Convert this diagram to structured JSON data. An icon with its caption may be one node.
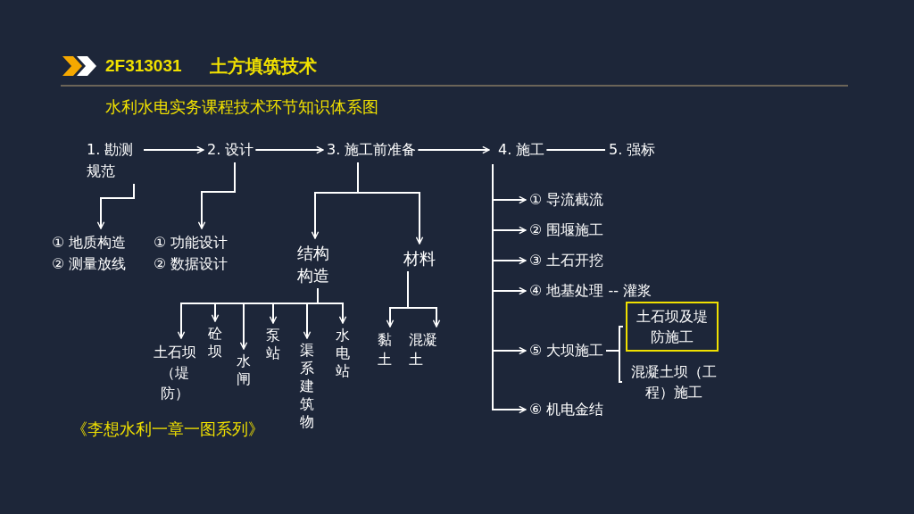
{
  "diagram": {
    "title": "水利水电实务课程技术环节知识体系图",
    "nodes": [
      {
        "text": [
          "1. 勘测规范"
        ]
      },
      {
        "text": [
          "2. 设计"
        ]
      },
      {
        "text": [
          "3. 施工前准备"
        ]
      },
      {
        "text": [
          "4. 施工"
        ]
      },
      {
        "text": [
          "5. 强标"
        ]
      },
      {
        "text": [
          "① 地质构造",
          "② 测量放线"
        ]
      },
      {
        "text": [
          "① 功能设计",
          "② 数据设计"
        ]
      },
      {
        "text": [
          "结构构造"
        ]
      },
      {
        "text": [
          "材料"
        ]
      },
      {
        "text": [
          "土石坝（堤防）"
        ]
      },
      {
        "text": [
          "砼坝"
        ]
      },
      {
        "text": [
          "水闸"
        ]
      },
      {
        "text": [
          "泵站"
        ]
      },
      {
        "text": [
          "渠系建筑物"
        ]
      },
      {
        "text": [
          "水电站"
        ]
      },
      {
        "text": [
          "黏土"
        ]
      },
      {
        "text": [
          "混凝土"
        ]
      },
      {
        "text": [
          "① 导流截流"
        ]
      },
      {
        "text": [
          "② 围堰施工"
        ]
      },
      {
        "text": [
          "③ 土石开挖"
        ]
      },
      {
        "text": [
          "④ 地基处理 -- 灌浆"
        ]
      },
      {
        "text": [
          "⑤ 大坝施工"
        ]
      },
      {
        "text": [
          "土石坝及堤防施工"
        ]
      },
      {
        "text": [
          "混凝土坝（工程）施工"
        ]
      },
      {
        "text": [
          "⑥ 机电金结"
        ]
      }
    ],
    "edges": [
      {
        "from": 0,
        "to": 1,
        "arrow": "to"
      },
      {
        "from": 1,
        "to": 2,
        "arrow": "to"
      },
      {
        "from": 2,
        "to": 3,
        "arrow": "to"
      },
      {
        "from": 3,
        "to": 4,
        "arrow": "none"
      },
      {
        "from": 0,
        "to": 5,
        "arrow": "to"
      },
      {
        "from": 1,
        "to": 6,
        "arrow": "to"
      },
      {
        "from": 2,
        "to": 7,
        "arrow": "to"
      },
      {
        "from": 2,
        "to": 8,
        "arrow": "to"
      },
      {
        "from": 7,
        "to": 9,
        "arrow": "to"
      },
      {
        "from": 7,
        "to": 10,
        "arrow": "to"
      },
      {
        "from": 7,
        "to": 11,
        "arrow": "to"
      },
      {
        "from": 7,
        "to": 12,
        "arrow": "to"
      },
      {
        "from": 7,
        "to": 13,
        "arrow": "to"
      },
      {
        "from": 7,
        "to": 14,
        "arrow": "to"
      },
      {
        "from": 8,
        "to": 15,
        "arrow": "to"
      },
      {
        "from": 8,
        "to": 16,
        "arrow": "to"
      },
      {
        "from": 3,
        "to": 17,
        "arrow": "to"
      },
      {
        "from": 3,
        "to": 18,
        "arrow": "to"
      },
      {
        "from": 3,
        "to": 19,
        "arrow": "to"
      },
      {
        "from": 3,
        "to": 20,
        "arrow": "to"
      },
      {
        "from": 3,
        "to": 21,
        "arrow": "to"
      },
      {
        "from": 3,
        "to": 24,
        "arrow": "to"
      },
      {
        "from": 21,
        "to": 22,
        "arrow": "none"
      },
      {
        "from": 21,
        "to": 23,
        "arrow": "none"
      }
    ],
    "labels": [
      "2F313031",
      "土方填筑技术",
      "《李想水利一章一图系列》"
    ]
  }
}
